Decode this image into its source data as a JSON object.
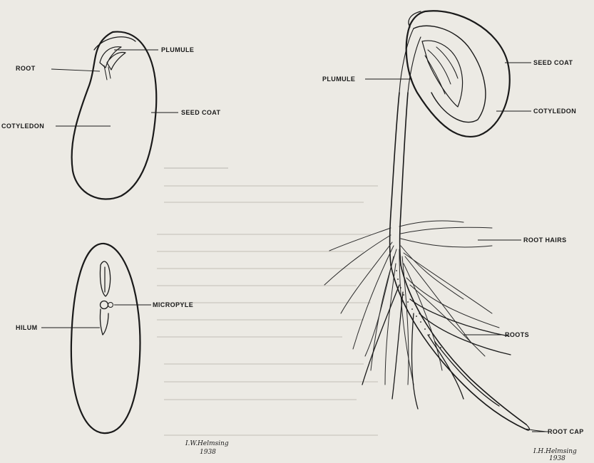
{
  "labels": {
    "plumule_left": "PLUMULE",
    "root_left": "ROOT",
    "seed_coat_left": "SEED COAT",
    "cotyledon_left": "COTYLEDON",
    "micropyle": "MICROPYLE",
    "hilum": "HILUM",
    "plumule_right": "PLUMULE",
    "seed_coat_right": "SEED COAT",
    "cotyledon_right": "COTYLEDON",
    "root_hairs": "ROOT HAIRS",
    "roots": "ROOTS",
    "root_cap": "ROOT CAP"
  },
  "signatures": {
    "left_name": "I.W.Helmsing",
    "left_year": "1938",
    "right_name": "I.H.Helmsing",
    "right_year": "1938"
  }
}
